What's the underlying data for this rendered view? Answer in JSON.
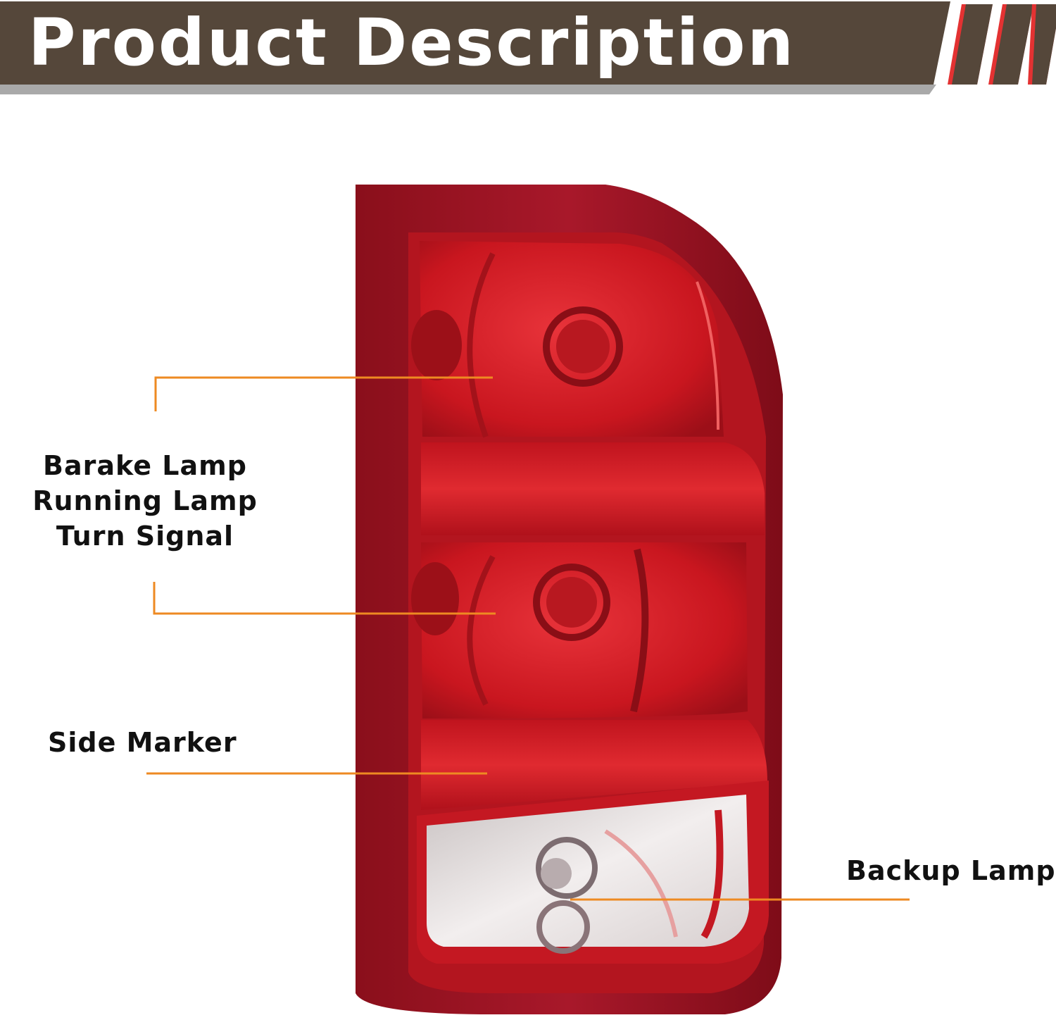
{
  "banner": {
    "title": "Product Description",
    "colors": {
      "band": "#55473a",
      "shadow": "#a9a9a9",
      "stripes": "#55473a",
      "stripe_edge": "#e33232"
    }
  },
  "product": {
    "name_icon": "tail-lamp-illustration",
    "colors": {
      "housing": "#9c1420",
      "lens": "#d21c26",
      "clear_lens": "#e8e4e4",
      "callout_line": "#ee8a22"
    }
  },
  "callouts": {
    "upper_group": [
      "Barake Lamp",
      "Running Lamp",
      "Turn Signal"
    ],
    "side_marker": "Side Marker",
    "backup": "Backup Lamp"
  }
}
